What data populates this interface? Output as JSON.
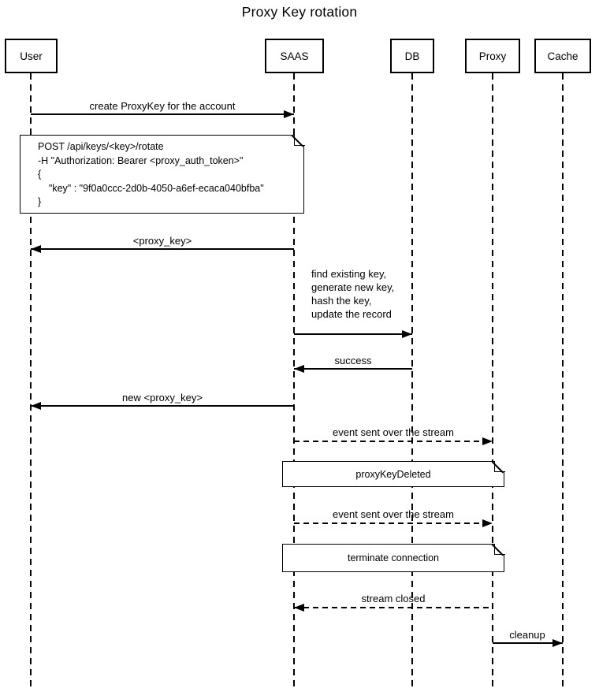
{
  "title": "Proxy Key rotation",
  "actors": [
    {
      "name": "User"
    },
    {
      "name": "SAAS"
    },
    {
      "name": "DB"
    },
    {
      "name": "Proxy"
    },
    {
      "name": "Cache"
    }
  ],
  "messages": [
    {
      "label": "create ProxyKey for the account",
      "from": "User",
      "to": "SAAS",
      "style": "solid"
    },
    {
      "label": "<proxy_key>",
      "from": "SAAS",
      "to": "User",
      "style": "solid"
    },
    {
      "label": "find existing key,\ngenerate new key,\nhash the key,\nupdate the record",
      "from": "SAAS",
      "to": "DB",
      "style": "solid"
    },
    {
      "label": "success",
      "from": "DB",
      "to": "SAAS",
      "style": "solid"
    },
    {
      "label": "new <proxy_key>",
      "from": "SAAS",
      "to": "User",
      "style": "solid"
    },
    {
      "label": "event sent over the stream",
      "from": "SAAS",
      "to": "Proxy",
      "style": "dashed"
    },
    {
      "label": "event sent over the stream",
      "from": "SAAS",
      "to": "Proxy",
      "style": "dashed"
    },
    {
      "label": "stream closed",
      "from": "Proxy",
      "to": "SAAS",
      "style": "dashed"
    },
    {
      "label": "cleanup",
      "from": "Proxy",
      "to": "Cache",
      "style": "solid"
    }
  ],
  "notes": [
    {
      "text": "POST /api/keys/<key>/rotate\n-H \"Authorization: Bearer <proxy_auth_token>\"\n{\n    \"key\" : \"9f0a0ccc-2d0b-4050-a6ef-ecaca040bfba\"\n}",
      "over": "User, SAAS"
    },
    {
      "text": "proxyKeyDeleted",
      "over": "SAAS, Proxy"
    },
    {
      "text": "terminate connection",
      "over": "SAAS, Proxy"
    }
  ],
  "colors": {
    "line": "#000000",
    "background": "#ffffff"
  }
}
